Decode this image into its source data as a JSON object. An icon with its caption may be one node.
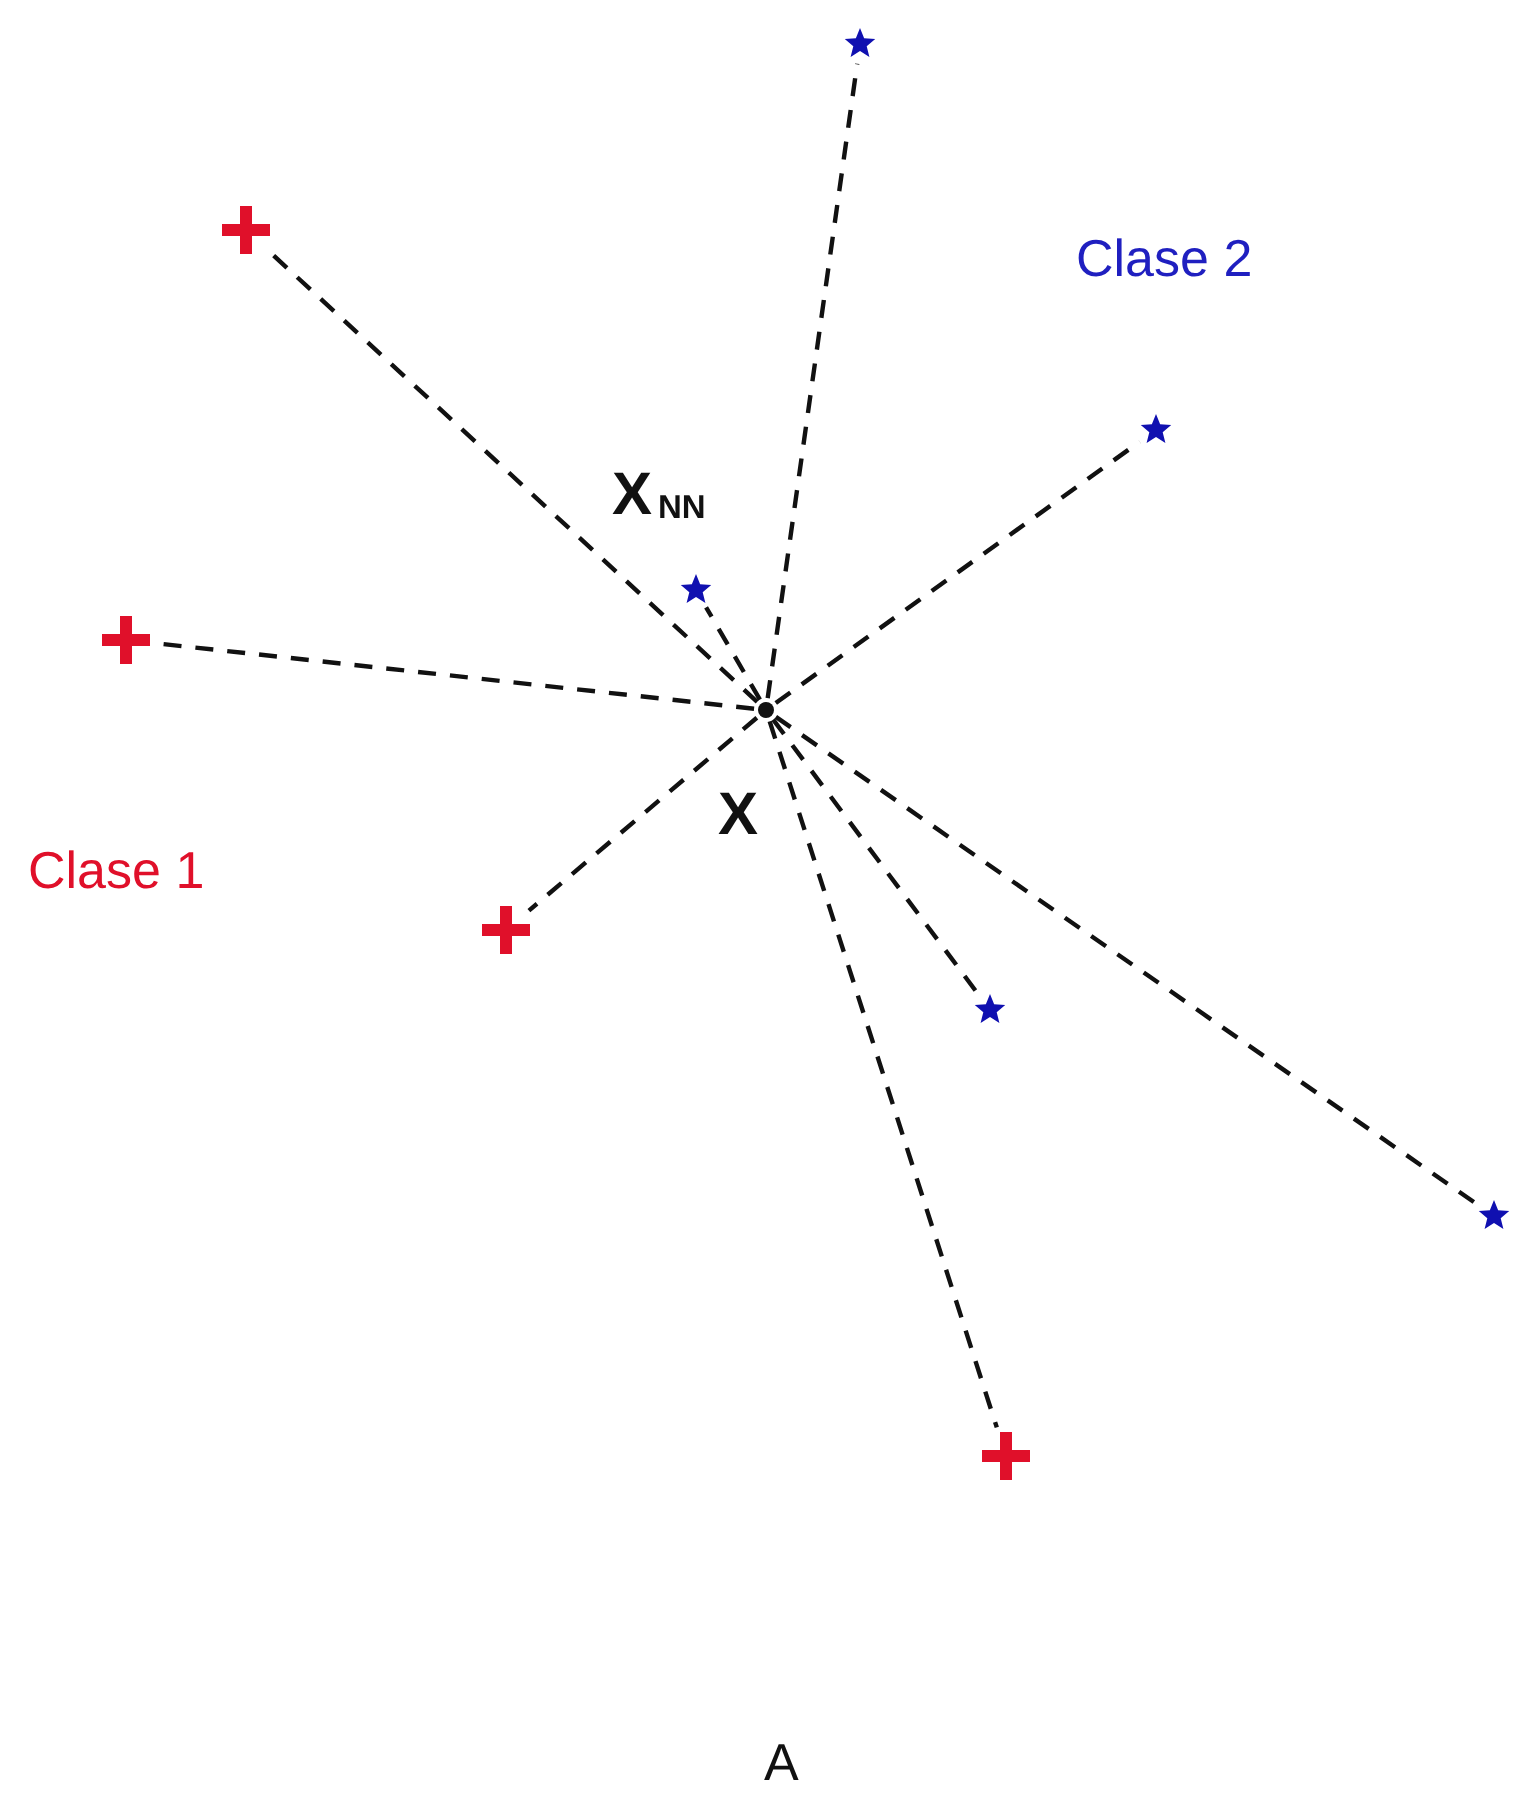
{
  "diagram": {
    "nodes": [
      {
        "text": [],
        "shape": "star"
      },
      {
        "text": [],
        "shape": "plus"
      },
      {
        "text": [],
        "shape": "star"
      },
      {
        "text": [],
        "shape": "star",
        "beside": [
          "X$_{NN}$"
        ]
      },
      {
        "text": [],
        "shape": "plus"
      },
      {
        "text": [],
        "shape": "dot",
        "beside": [
          "X"
        ]
      },
      {
        "text": [],
        "shape": "plus"
      },
      {
        "text": [],
        "shape": "star"
      },
      {
        "text": [],
        "shape": "star"
      },
      {
        "text": [],
        "shape": "plus"
      }
    ],
    "edges": [
      {
        "from": 5,
        "to": 0,
        "arrow": "none",
        "style": "dashed"
      },
      {
        "from": 5,
        "to": 1,
        "arrow": "none",
        "style": "dashed"
      },
      {
        "from": 5,
        "to": 2,
        "arrow": "none",
        "style": "dashed"
      },
      {
        "from": 5,
        "to": 3,
        "arrow": "none",
        "style": "dashed"
      },
      {
        "from": 5,
        "to": 4,
        "arrow": "none",
        "style": "dashed"
      },
      {
        "from": 5,
        "to": 6,
        "arrow": "none",
        "style": "dashed"
      },
      {
        "from": 5,
        "to": 7,
        "arrow": "none",
        "style": "dashed"
      },
      {
        "from": 5,
        "to": 8,
        "arrow": "none",
        "style": "dashed"
      },
      {
        "from": 5,
        "to": 9,
        "arrow": "none",
        "style": "dashed"
      }
    ],
    "labels": [
      "Clase 2",
      "Clase 1",
      "A"
    ]
  }
}
